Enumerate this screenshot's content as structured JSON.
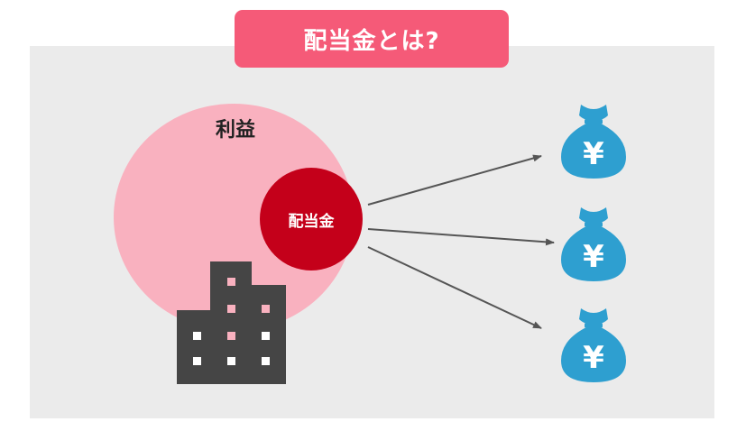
{
  "title": "配当金とは?",
  "profit_label": "利益",
  "dividend_label": "配当金",
  "icons": {
    "building": "building-icon",
    "moneybag": "yen-money-bag-icon",
    "yen_symbol": "¥"
  },
  "colors": {
    "title_bg": "#f55a78",
    "profit_circle": "#f9b1bf",
    "dividend_circle": "#c4001a",
    "moneybag": "#2e9fd0",
    "building": "#454545",
    "panel_bg": "#ebebeb",
    "arrow": "#555555"
  },
  "moneybags": [
    {
      "symbol": "¥"
    },
    {
      "symbol": "¥"
    },
    {
      "symbol": "¥"
    }
  ]
}
